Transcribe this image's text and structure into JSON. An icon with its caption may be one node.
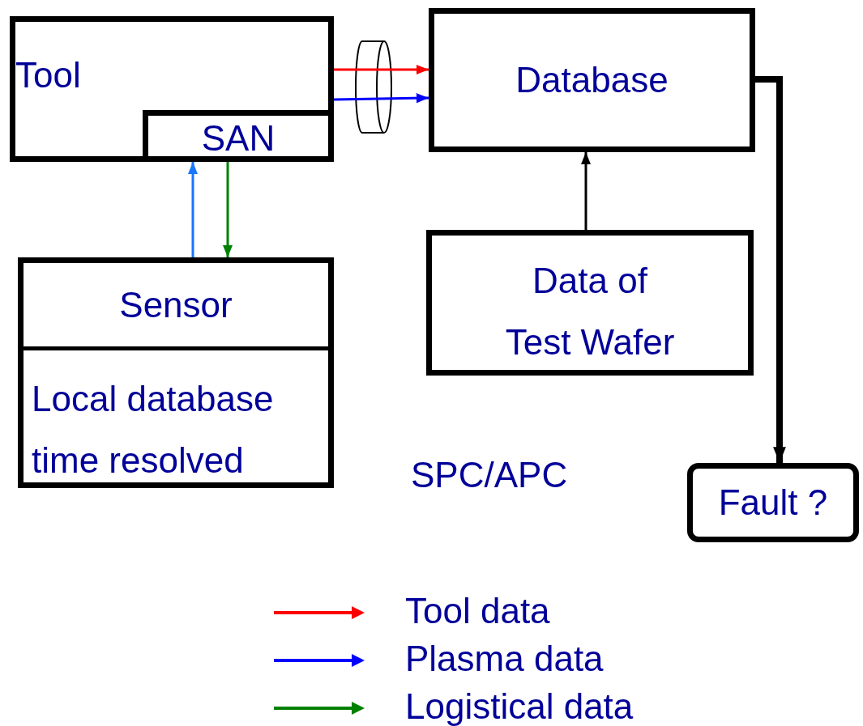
{
  "diagram": {
    "nodes": [
      {
        "text": [
          "Tool"
        ]
      },
      {
        "text": [
          "SAN"
        ],
        "in": 0
      },
      {
        "text": [
          "Sensor",
          "Local database time resolved"
        ]
      },
      {
        "text": [
          "Database"
        ]
      },
      {
        "text": [
          "Data of Test Wafer"
        ]
      },
      {
        "text": [
          "Fault ?"
        ]
      }
    ],
    "edges": [
      {
        "from": 0,
        "to": 3,
        "arrow": "to",
        "color": "#ff0000"
      },
      {
        "from": 0,
        "to": 3,
        "arrow": "to",
        "color": "#0000ff"
      },
      {
        "from": 2,
        "to": 1,
        "arrow": "to",
        "color": "#1a75ff"
      },
      {
        "from": 1,
        "to": 2,
        "arrow": "to",
        "color": "#008000"
      },
      {
        "from": 4,
        "to": 3,
        "arrow": "to"
      },
      {
        "from": 3,
        "to": 5,
        "arrow": "to",
        "style": "thick"
      }
    ],
    "labels": [
      "SPC/APC"
    ],
    "legend": [
      {
        "text": "Tool data"
      },
      {
        "text": "Plasma data"
      },
      {
        "text": "Logistical data"
      }
    ]
  }
}
